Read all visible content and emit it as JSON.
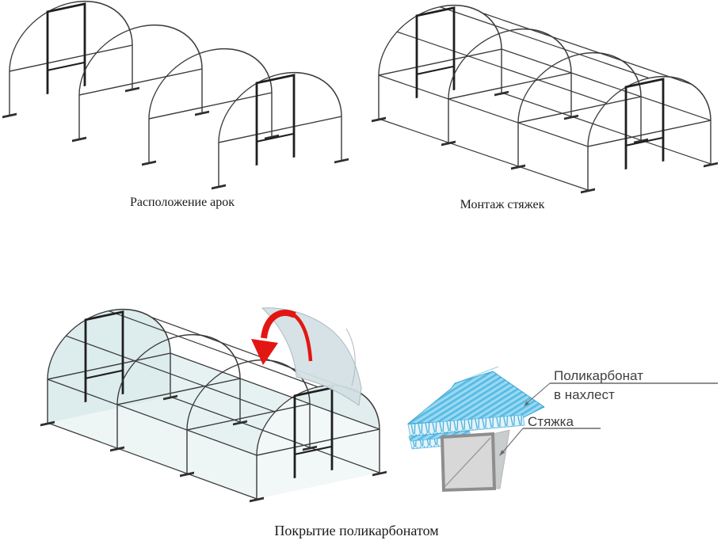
{
  "figures": {
    "arch_layout": {
      "caption": "Расположение арок"
    },
    "ties_mounting": {
      "caption": "Монтаж стяжек"
    },
    "covering": {
      "caption": "Покрытие поликарбонатом"
    },
    "detail": {
      "polycarbonate_label_line1": "Поликарбонат",
      "polycarbonate_label_line2": "в нахлест",
      "tie_label": "Стяжка"
    }
  },
  "colors": {
    "frame_line": "#3b3b3b",
    "panel_fill": "#dcebeb",
    "loose_sheet_fill": "#d3e0e3",
    "arrow_red": "#e21613",
    "sheet_blue": "#7fcfee",
    "sheet_stripe_dark": "#4fb3e0",
    "sheet_stripe_light": "#ace2f6",
    "cell_fill": "#e3f4fc",
    "cell_wall": "#3fa9d8",
    "tube_face": "#d8d8d8",
    "tube_border": "#8e8e8e",
    "tube_side": "#c9cdcd",
    "caption_text": "#1a1a1a",
    "label_text": "#3f3f3f"
  }
}
